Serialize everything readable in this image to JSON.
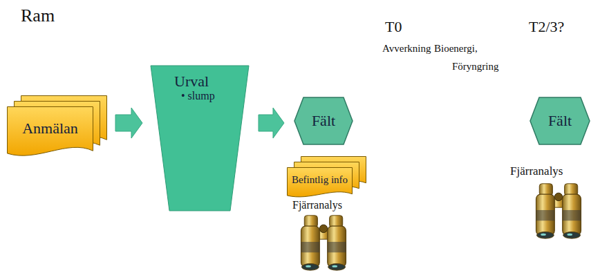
{
  "diagram": {
    "title": "Ram",
    "nodes": [
      {
        "text": [
          "Anmälan"
        ]
      },
      {
        "text": [
          "Urval",
          "• slump"
        ]
      },
      {
        "text": [
          "Fält"
        ]
      },
      {
        "text": [
          "Befintlig info"
        ]
      },
      {
        "text": [
          "Fält"
        ]
      }
    ],
    "edges": [
      {
        "from": 0,
        "to": 1,
        "arrow": "to"
      },
      {
        "from": 1,
        "to": 2,
        "arrow": "to"
      }
    ],
    "labels": [
      "T0",
      "T2/3?",
      "Avverkning",
      "Bioenergi,",
      "Föryngring",
      "Fjärranalys",
      "Fjärranalys"
    ]
  }
}
